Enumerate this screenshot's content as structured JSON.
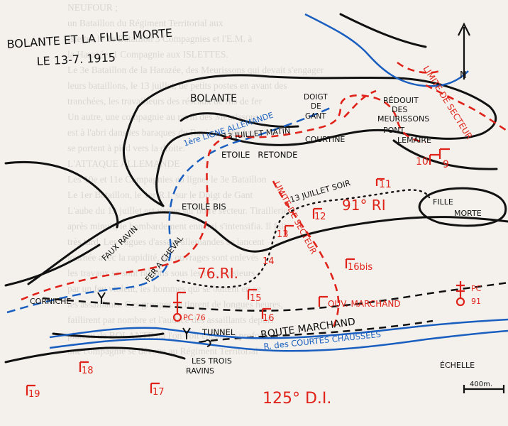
{
  "title": {
    "line1": "BOLANTE ET LA FILLE MORTE",
    "line2": "LE 13-7. 1915"
  },
  "north": "N",
  "places": {
    "bolante": "BOLANTE",
    "doigt": "DOIGT",
    "de": "DE",
    "gant": "GANT",
    "redoubt1": "RÉDOUIT",
    "redoubt2": "DES",
    "redoubt3": "MEURISSONS",
    "pont1": "PONT",
    "pont2": "LEMAIRE",
    "etoile_retonde": "ETOILE   RETONDE",
    "etoile_bis": "ETOILE BIS",
    "fille": "FILLE",
    "morte": "MORTE",
    "faux_ravin": "FAUX RAVIN",
    "corniche": "CORNICHE",
    "fer": "FER A CHEVAL",
    "tunnel": "TUNNEL",
    "route": "ROUTE MARCHAND",
    "les_trois": "LES TROIS",
    "ravins": "RAVINS",
    "echelle": "ÉCHELLE",
    "courtine": "COURTINE"
  },
  "lines": {
    "allemande": "1ère LIGNE ALLEMANDE",
    "juillet_matin": "13 JUILLET MATIN",
    "juillet_soir": "13 JUILLET SOIR",
    "limite_secteur_top": "LIMITE DE SECTEUR",
    "limite_secteur_mid": "LIMITE DE SECTEUR",
    "river": "R. des COURTES CHAUSSÉES"
  },
  "units": {
    "u91": "91° RI",
    "u76": "76.RI.",
    "u125": "125° D.I.",
    "pc76": "PC 76",
    "pc91_a": "PC",
    "pc91_b": "91",
    "ouv": "OUV. MARCHAND",
    "n10": "10",
    "n9": "9",
    "n11": "11",
    "n12": "12",
    "n13": "13",
    "n14": "14",
    "n15": "15",
    "n16": "16",
    "n16bis": "16bis",
    "n17": "17",
    "n18": "18",
    "n19": "19"
  },
  "scale": "400m.",
  "colors": {
    "front_line": "#e0231a",
    "german_line": "#1a5fbf",
    "ink": "#111111"
  },
  "background_text": [
    "NEUFOUR ;",
    "un Bataillon du Régiment Territorial aux",
    "Islettes le 2e Bataillon 3 Compagnies et l'E.M. à",
    "la Harazée, 1 Compagnie aux ISLETTES.",
    "Le 3e Bataillon de la Harazée, des Meurissons qui devait s'engager",
    "leurs bataillons, le 13 juillet, de petits postes en avant des",
    "tranchées, les travailleurs des réseaux de fils de fer",
    "Un autre, une compagnie au ravin des Meurissons,",
    "est à l'abri dans les baraques du Ravin, se rendent",
    "se portent à pied vers la droite.",
    "L'ATTAQUE ALLEMANDE",
    "Les 10e et 11e Compagnies en ligne, le 3e Bataillon",
    "Le 1er Bataillon, le 1er R.I. sur le Doigt de Gant",
    "L'aube du 13 juillet est venue sur notre secteur. Tirailleries",
    "après minuit, le bombardement ennemi s'intensifia. Il fait",
    "très tard. Les vagues d'assaut allemandes se lancent",
    "journée avec la rapidité, les ouvrages sont enlevés",
    "les travaux se sont ralentis sous les tirs, plusieurs",
    "par un feu violent, les hommes qui se battent en se",
    "les assaillants. Ces groupes se tinrent de longues heures,",
    "faillirent par nombre et l'audace des assaillants depuis",
    "plateau de BOLANTE où l'on voit encore la profondeur",
    "une compagnie se dévoua au Régiment Territorial"
  ]
}
